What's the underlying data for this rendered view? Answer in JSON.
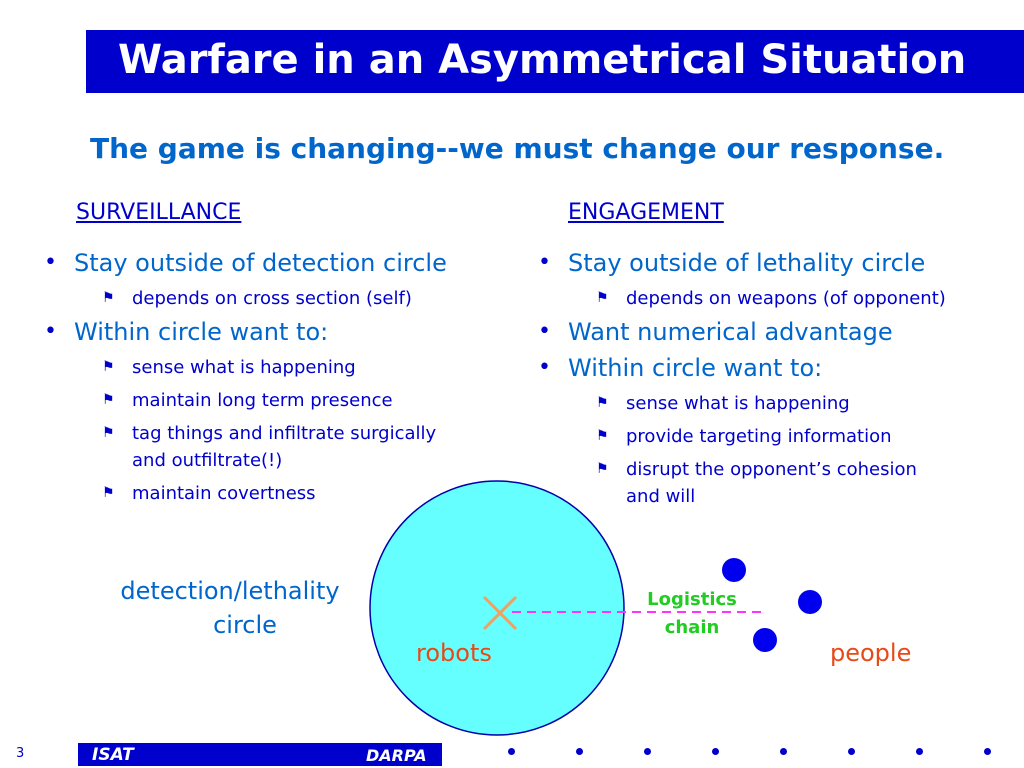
{
  "slide": {
    "title": "Warfare in an Asymmetrical Situation",
    "subtitle": "The game is changing--we must change our response.",
    "page_number": "3"
  },
  "surveillance": {
    "heading": "SURVEILLANCE",
    "bullets": [
      {
        "text": "Stay outside of detection circle",
        "subs": [
          {
            "lines": [
              "depends on cross section (self)"
            ]
          }
        ]
      },
      {
        "text": "Within circle want to:",
        "subs": [
          {
            "lines": [
              "sense what is happening"
            ]
          },
          {
            "lines": [
              "maintain long term presence"
            ]
          },
          {
            "lines": [
              "tag things and infiltrate surgically",
              "and outfiltrate(!)"
            ]
          },
          {
            "lines": [
              "maintain covertness"
            ]
          }
        ]
      }
    ]
  },
  "engagement": {
    "heading": "ENGAGEMENT",
    "bullets": [
      {
        "text": "Stay outside of lethality circle",
        "subs": [
          {
            "lines": [
              "depends on weapons (of opponent)"
            ]
          }
        ]
      },
      {
        "text": "Want numerical advantage",
        "subs": []
      },
      {
        "text": "Within circle want to:",
        "subs": [
          {
            "lines": [
              "sense what is happening"
            ]
          },
          {
            "lines": [
              "provide targeting information"
            ]
          },
          {
            "lines": [
              "disrupt the opponent’s cohesion",
              "and will"
            ]
          }
        ]
      }
    ]
  },
  "diagram": {
    "circle_label_line1": "detection/lethality",
    "circle_label_line2": "circle",
    "robots_label": "robots",
    "people_label": "people",
    "logistics_line1": "Logistics",
    "logistics_line2": "chain",
    "colors": {
      "circle_fill": "#66ffff",
      "circle_stroke": "#0000aa",
      "robot_marker": "#f0a060",
      "chain_dash": "#ff33ff",
      "people_dots": "#0000ee"
    }
  },
  "footer": {
    "left_logo": "ISAT",
    "right_logo": "DARPA",
    "decorative_dot_count": 8
  },
  "icons": {
    "bullet": "•",
    "sub_bullet": "flag-icon"
  }
}
